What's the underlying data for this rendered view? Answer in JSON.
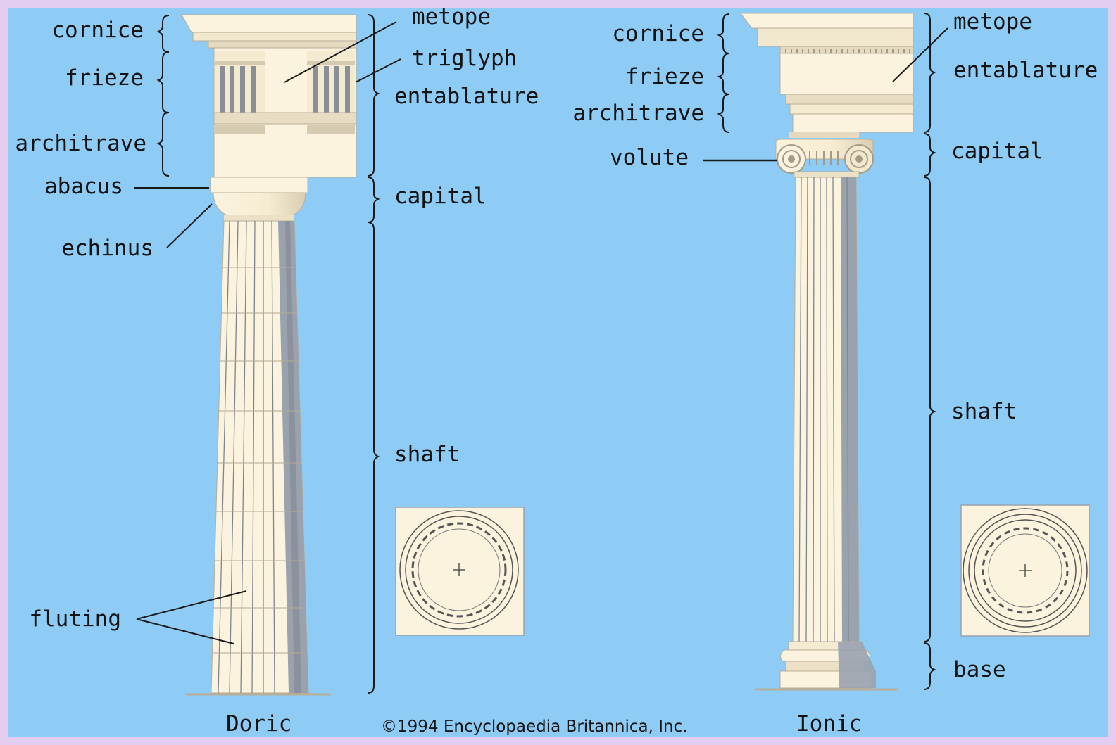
{
  "colors": {
    "border": "#e3cdf0",
    "background": "#8ecbf5",
    "stone": "#fbf3de",
    "stone_shade": "#ded4bd",
    "flute_shadow": "#99a1ad",
    "line": "#1a1a1a"
  },
  "doric": {
    "name": "Doric",
    "labels": {
      "cornice": "cornice",
      "frieze": "frieze",
      "architrave": "architrave",
      "abacus": "abacus",
      "echinus": "echinus",
      "fluting": "fluting",
      "metope": "metope",
      "triglyph": "triglyph",
      "entablature": "entablature",
      "capital": "capital",
      "shaft": "shaft"
    }
  },
  "ionic": {
    "name": "Ionic",
    "labels": {
      "cornice": "cornice",
      "frieze": "frieze",
      "architrave": "architrave",
      "volute": "volute",
      "metope": "metope",
      "entablature": "entablature",
      "capital": "capital",
      "shaft": "shaft",
      "base": "base"
    }
  },
  "copyright": "©1994 Encyclopaedia Britannica, Inc."
}
